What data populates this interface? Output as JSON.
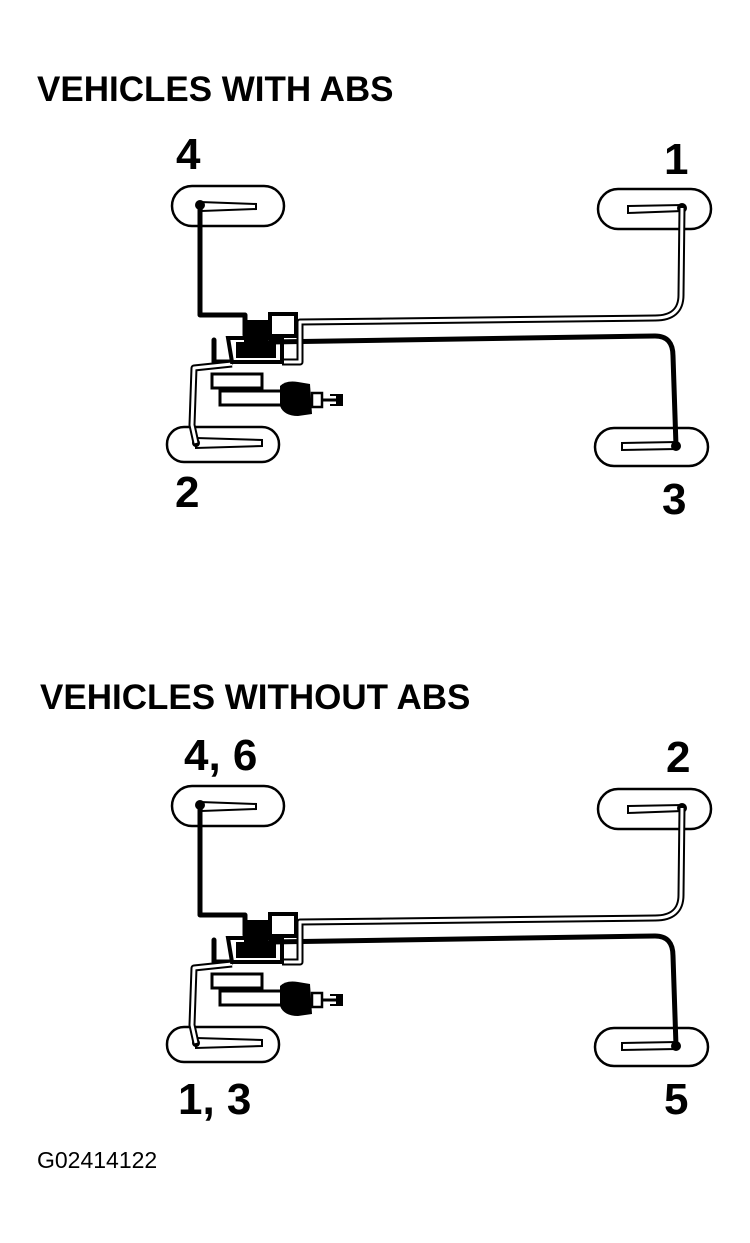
{
  "sections": [
    {
      "title": "VEHICLES WITH ABS",
      "labels": {
        "front_left": "4",
        "front_right": "1",
        "rear_left": "2",
        "rear_right": "3"
      }
    },
    {
      "title": "VEHICLES WITHOUT ABS",
      "labels": {
        "front_left": "4, 6",
        "front_right": "2",
        "rear_left": "1, 3",
        "rear_right": "5"
      }
    }
  ],
  "figure_code": "G02414122"
}
